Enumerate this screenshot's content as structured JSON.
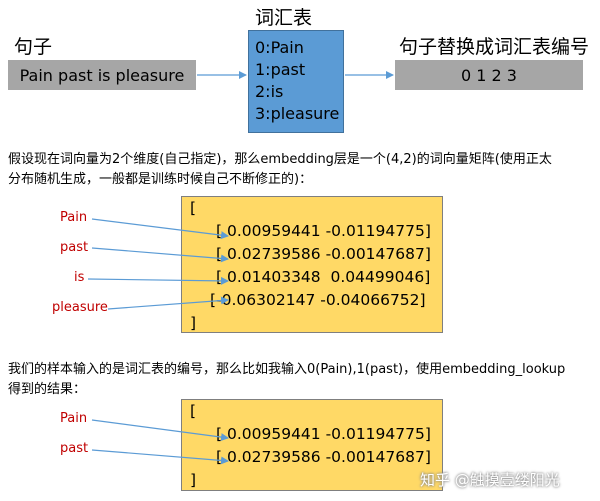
{
  "top": {
    "sentence_title": "句子",
    "vocab_title": "词汇表",
    "output_title": "句子替换成词汇表编号",
    "sentence_text": "Pain past is pleasure",
    "vocab_entries": [
      "0:Pain",
      "1:past",
      "2:is",
      "3:pleasure"
    ],
    "output_text": "0 1 2 3"
  },
  "paragraph1": {
    "line1": "假设现在词向量为2个维度(自己指定)，那么embedding层是一个(4,2)的词向量矩阵(使用正太",
    "line2": "分布随机生成，一般都是训练时候自己不断修正的)："
  },
  "matrix1": {
    "open": "[",
    "close": "]",
    "rows": [
      "[ 0.00959441 -0.01194775]",
      "[ 0.02739586 -0.00147687]",
      "[ 0.01403348  0.04499046]",
      "[-0.06302147 -0.04066752]"
    ],
    "labels": [
      "Pain",
      "past",
      "is",
      "pleasure"
    ]
  },
  "paragraph2": {
    "line1": "我们的样本输入的是词汇表的编号，那么比如我输入0(Pain),1(past)，使用embedding_lookup",
    "line2": "得到的结果："
  },
  "matrix2": {
    "open": "[",
    "close": "]",
    "rows": [
      "[ 0.00959441 -0.01194775]",
      "[ 0.02739586 -0.00147687]"
    ],
    "labels": [
      "Pain",
      "past"
    ]
  },
  "watermark": "知乎 @触摸壹缕阳光",
  "colors": {
    "gray_box": "#a6a6a6",
    "vocab_box": "#5b9bd5",
    "matrix_box": "#ffd966",
    "label_red": "#c00000",
    "arrow_blue": "#5b9bd5"
  }
}
